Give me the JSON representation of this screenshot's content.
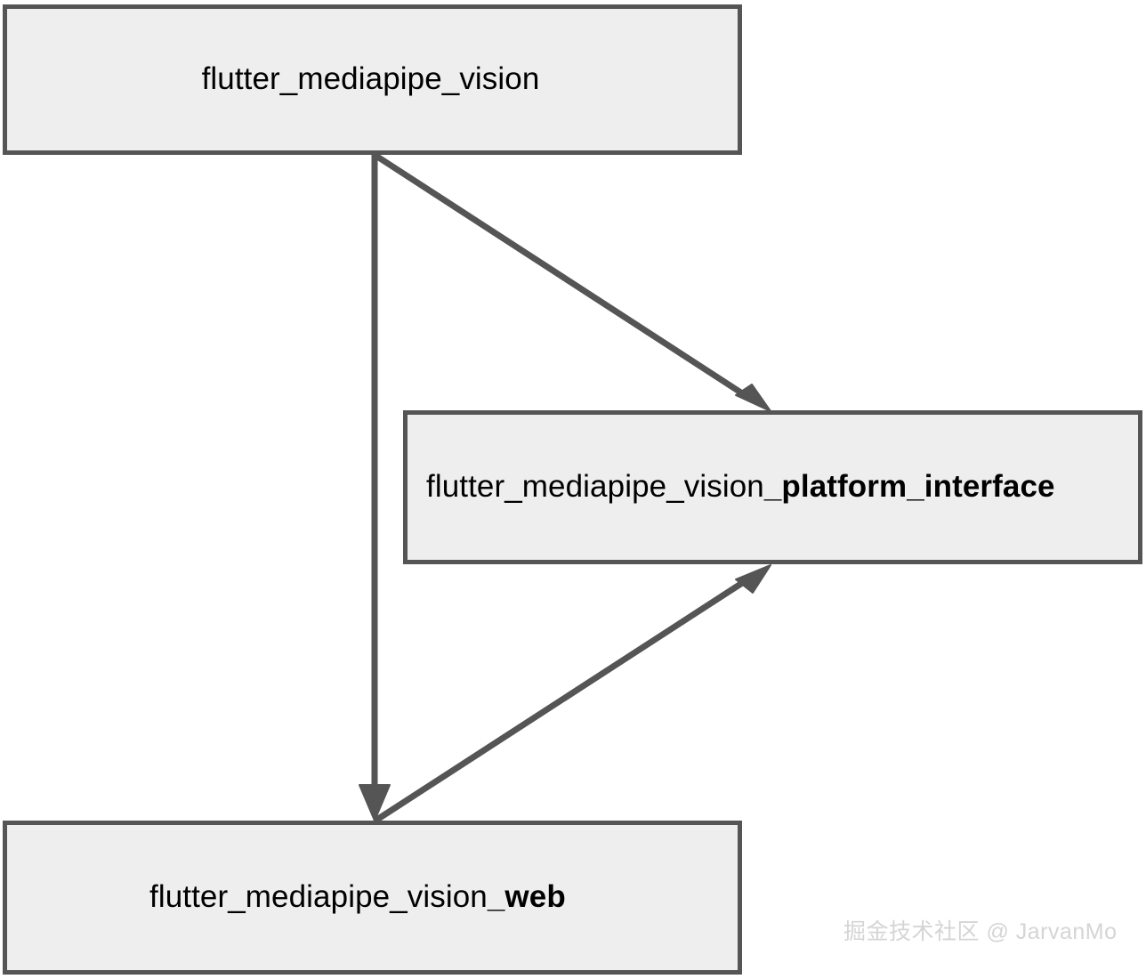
{
  "diagram": {
    "type": "dependency-graph",
    "background_color": "#ffffff",
    "node_fill_color": "#eeeeee",
    "node_border_color": "#555555",
    "edge_color": "#555555",
    "text_color": "#000000",
    "nodes": [
      {
        "id": "root",
        "label_regular": "flutter_mediapipe_vision",
        "label_bold": ""
      },
      {
        "id": "platform-interface",
        "label_regular": "flutter_mediapipe_vision",
        "label_bold": "_platform_interface"
      },
      {
        "id": "web",
        "label_regular": "flutter_mediapipe_vision",
        "label_bold": "_web"
      }
    ],
    "edges": [
      {
        "from": "root",
        "to": "platform-interface"
      },
      {
        "from": "root",
        "to": "web"
      },
      {
        "from": "web",
        "to": "platform-interface"
      }
    ]
  },
  "watermark": {
    "text": "掘金技术社区 @ JarvanMo",
    "color": "#d5d5d5"
  }
}
